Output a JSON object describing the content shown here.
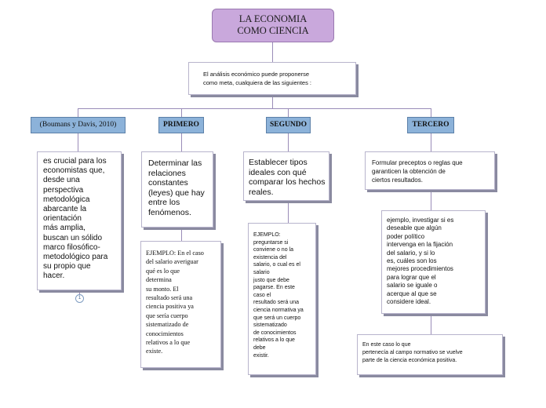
{
  "title": "LA ECONOMIA COMO CIENCIA",
  "intro": "El análisis económico puede proponerse\ncomo meta, cualquiera de las siguientes :",
  "columns": [
    {
      "header": "(Boumans y Davis, 2010)",
      "text": "es crucial para los\neconomistas que,\ndesde una\nperspectiva\nmetodológica\nabarcante la\norientación\nmás amplia,\nbuscan un sólido\nmarco filosófico-\nmetodológico para\nsu propio que\nhacer.",
      "badge": "1"
    },
    {
      "header": "PRIMERO",
      "text": "Determinar las\nrelaciones\nconstantes\n(leyes) que hay\nentre los\nfenómenos.",
      "example": "EJEMPLO: En el caso\ndel salario averiguar\nqué es lo que\ndetermina\nsu monto. El\nresultado será una\nciencia positiva ya\nque sería cuerpo\nsistematizado de\nconocimientos\nrelativos a lo que\nexiste."
    },
    {
      "header": "SEGUNDO",
      "text": "Establecer tipos\nideales con qué\ncomparar los hechos\nreales.",
      "example": "EJEMPLO:\npreguntarse si\nconviene o no la\nexistencia del\nsalario, o cual es el\nsalario\njusto que debe\npagarse. En este\ncaso el\nresultado será una\nciencia normativa ya\nque será un cuerpo\nsistematizado\nde conocimientos\nrelativos a lo que\ndebe\nexistir."
    },
    {
      "header": "TERCERO",
      "text": "Formular preceptos o reglas que\ngaranticen la obtención de\nciertos resultados.",
      "example": "ejemplo, investigar si es\ndeseable que algún\npoder político\nintervenga en la fijación\ndel salario, y si lo\nes, cuáles son los\nmejores procedimientos\npara lograr que el\nsalario se iguale o\nacerque al que se\nconsidere ideal.",
      "note": "En este caso lo que\npertenecía al campo normativo se vuelve\nparte de la ciencia económica positiva."
    }
  ],
  "colors": {
    "title_bg": "#c9a8dc",
    "header_bg": "#8cb2d9",
    "connector": "#9a8cb8"
  }
}
